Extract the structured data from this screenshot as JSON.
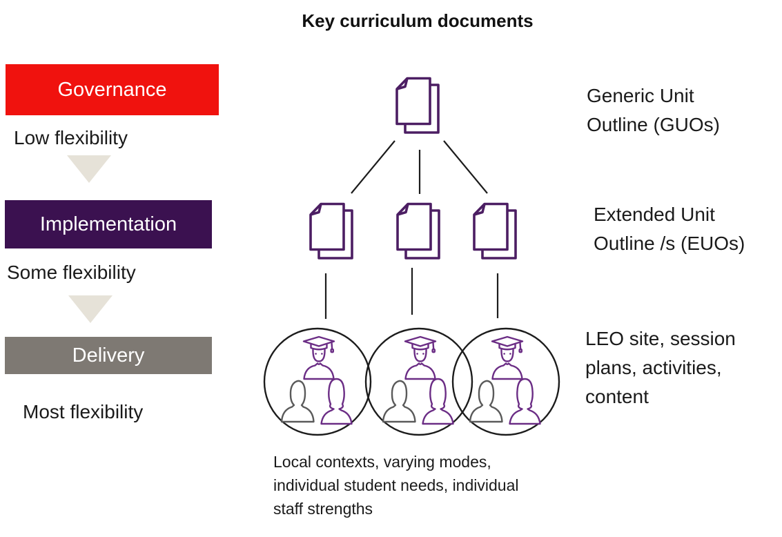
{
  "title": "Key curriculum documents",
  "left_panel": {
    "stages": [
      {
        "label": "Governance",
        "flexibility": "Low flexibility",
        "color": "#f0120e"
      },
      {
        "label": "Implementation",
        "flexibility": "Some flexibility",
        "color": "#3b1150"
      },
      {
        "label": "Delivery",
        "flexibility": "Most flexibility",
        "color": "#7e7973"
      }
    ],
    "arrow_color": "#e6e2d8"
  },
  "diagram": {
    "levels": [
      {
        "name": "governance",
        "icon": "document-pages-icon",
        "count": 1,
        "label_line1": "Generic Unit",
        "label_line2": "Outline (GUOs)"
      },
      {
        "name": "implementation",
        "icon": "document-pages-icon",
        "count": 3,
        "label_line1": "Extended Unit",
        "label_line2": "Outline /s (EUOs)"
      },
      {
        "name": "delivery",
        "icon": "student-group-circle-icon",
        "count": 3,
        "label_line1": "LEO site, session",
        "label_line2": "plans, activities,",
        "label_line3": "content"
      }
    ],
    "caption": {
      "line1": "Local contexts, varying modes,",
      "line2": "individual student needs, individual",
      "line3": "staff strengths"
    },
    "icon_colors": {
      "document_outline": "#4c1e63",
      "graduate_outline": "#6b2d85",
      "person_gray": "#5a5a5a",
      "person_purple": "#6b2d85",
      "connector_line": "#1c1c1c"
    }
  }
}
